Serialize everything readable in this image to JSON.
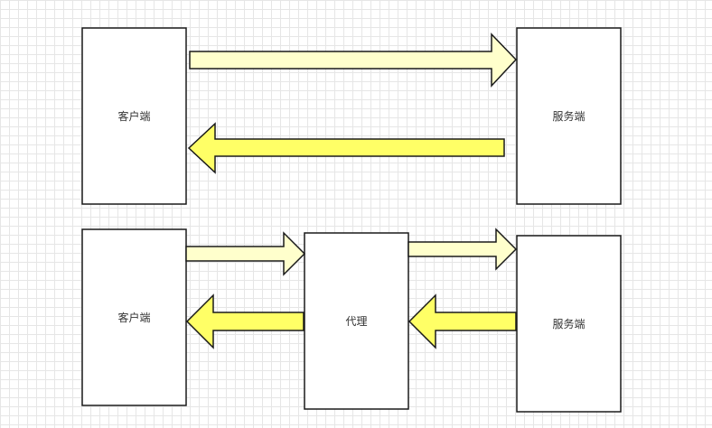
{
  "colors": {
    "box_fill": "#ffffff",
    "stroke": "#1a1a1a",
    "arrow_pale": "#ffffcc",
    "arrow_bright": "#ffff66",
    "grid": "#e6e6e6"
  },
  "top": {
    "client_label": "客户端",
    "server_label": "服务端"
  },
  "bottom": {
    "client_label": "客户端",
    "proxy_label": "代理",
    "server_label": "服务端"
  }
}
